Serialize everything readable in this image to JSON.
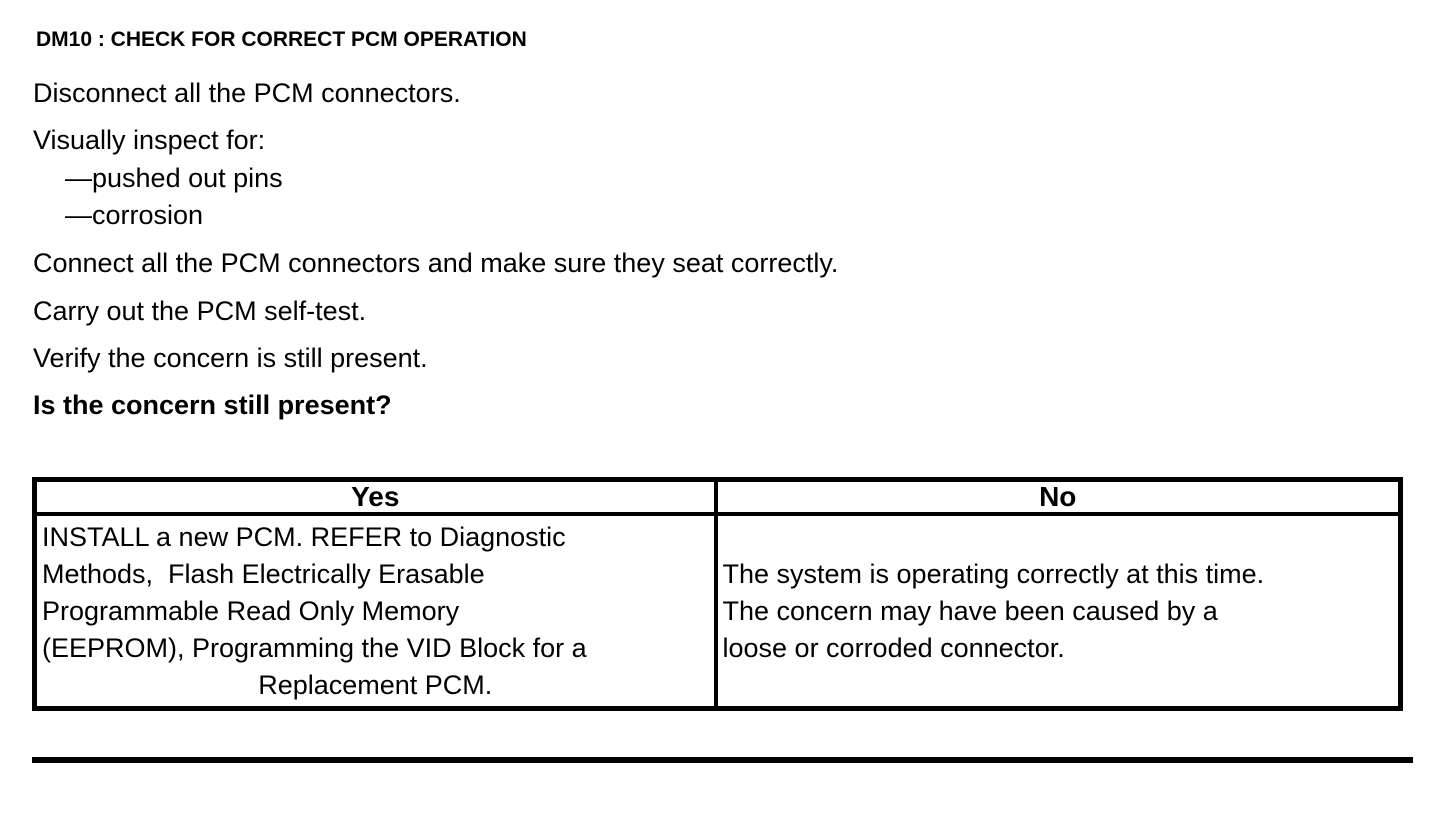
{
  "colors": {
    "text": "#000000",
    "background": "#ffffff",
    "table_border": "#000000"
  },
  "procedure": {
    "title": "DM10 : CHECK FOR CORRECT PCM OPERATION",
    "steps": [
      "Disconnect all the PCM connectors.",
      "Visually inspect for:"
    ],
    "inspect_items": [
      "—pushed out pins",
      "—corrosion"
    ],
    "steps_after": [
      "Connect all the PCM connectors and make sure they seat correctly.",
      "Carry out the PCM self-test.",
      "Verify the concern is still present."
    ],
    "question": "Is the concern still present?"
  },
  "decision_table": {
    "yes_header": "Yes",
    "no_header": "No",
    "yes_lines": [
      "INSTALL a new PCM. REFER to Diagnostic",
      "Methods,  Flash Electrically Erasable",
      "Programmable Read Only Memory",
      "(EEPROM), Programming the VID Block for a",
      "Replacement PCM."
    ],
    "no_lines": [
      "The system is operating correctly at this time.",
      "The concern may have been caused by a",
      "loose or corroded connector."
    ]
  }
}
